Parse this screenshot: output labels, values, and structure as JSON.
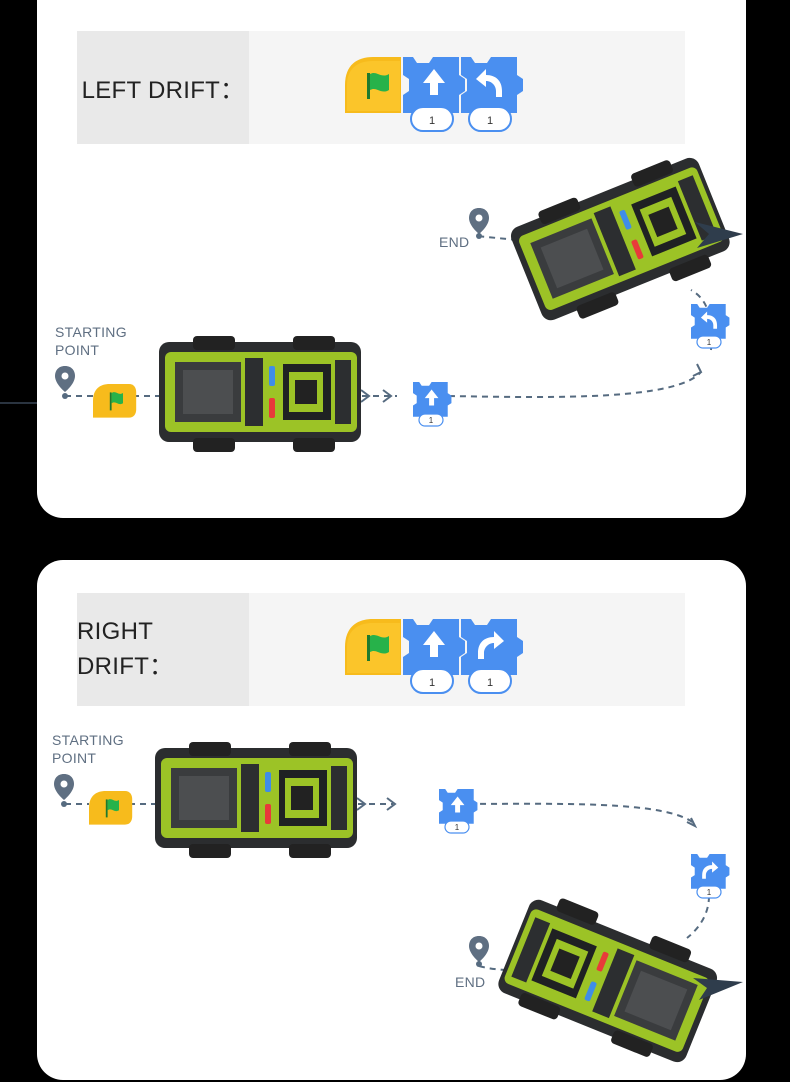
{
  "panels": [
    {
      "title": "LEFT DRIFT：",
      "start_label": [
        "STARTING",
        "POINT"
      ],
      "end_label": "END",
      "blocks": [
        {
          "icon": "green-flag-icon"
        },
        {
          "icon": "arrow-up-icon",
          "value": "1"
        },
        {
          "icon": "turn-left-icon",
          "value": "1"
        }
      ],
      "path_blocks": [
        {
          "icon": "arrow-up-icon",
          "value": "1"
        },
        {
          "icon": "turn-left-icon",
          "value": "1"
        }
      ]
    },
    {
      "title": "RIGHT DRIFT：",
      "start_label": [
        "STARTING",
        "POINT"
      ],
      "end_label": "END",
      "blocks": [
        {
          "icon": "green-flag-icon"
        },
        {
          "icon": "arrow-up-icon",
          "value": "1"
        },
        {
          "icon": "turn-right-icon",
          "value": "1"
        }
      ],
      "path_blocks": [
        {
          "icon": "arrow-up-icon",
          "value": "1"
        },
        {
          "icon": "turn-right-icon",
          "value": "1"
        }
      ]
    }
  ],
  "colors": {
    "block_blue": "#4a8ff0",
    "flag_yellow": "#f7bb1c",
    "flag_green": "#27b24a",
    "car_green": "#9cc326",
    "path_dash": "#566b80"
  }
}
